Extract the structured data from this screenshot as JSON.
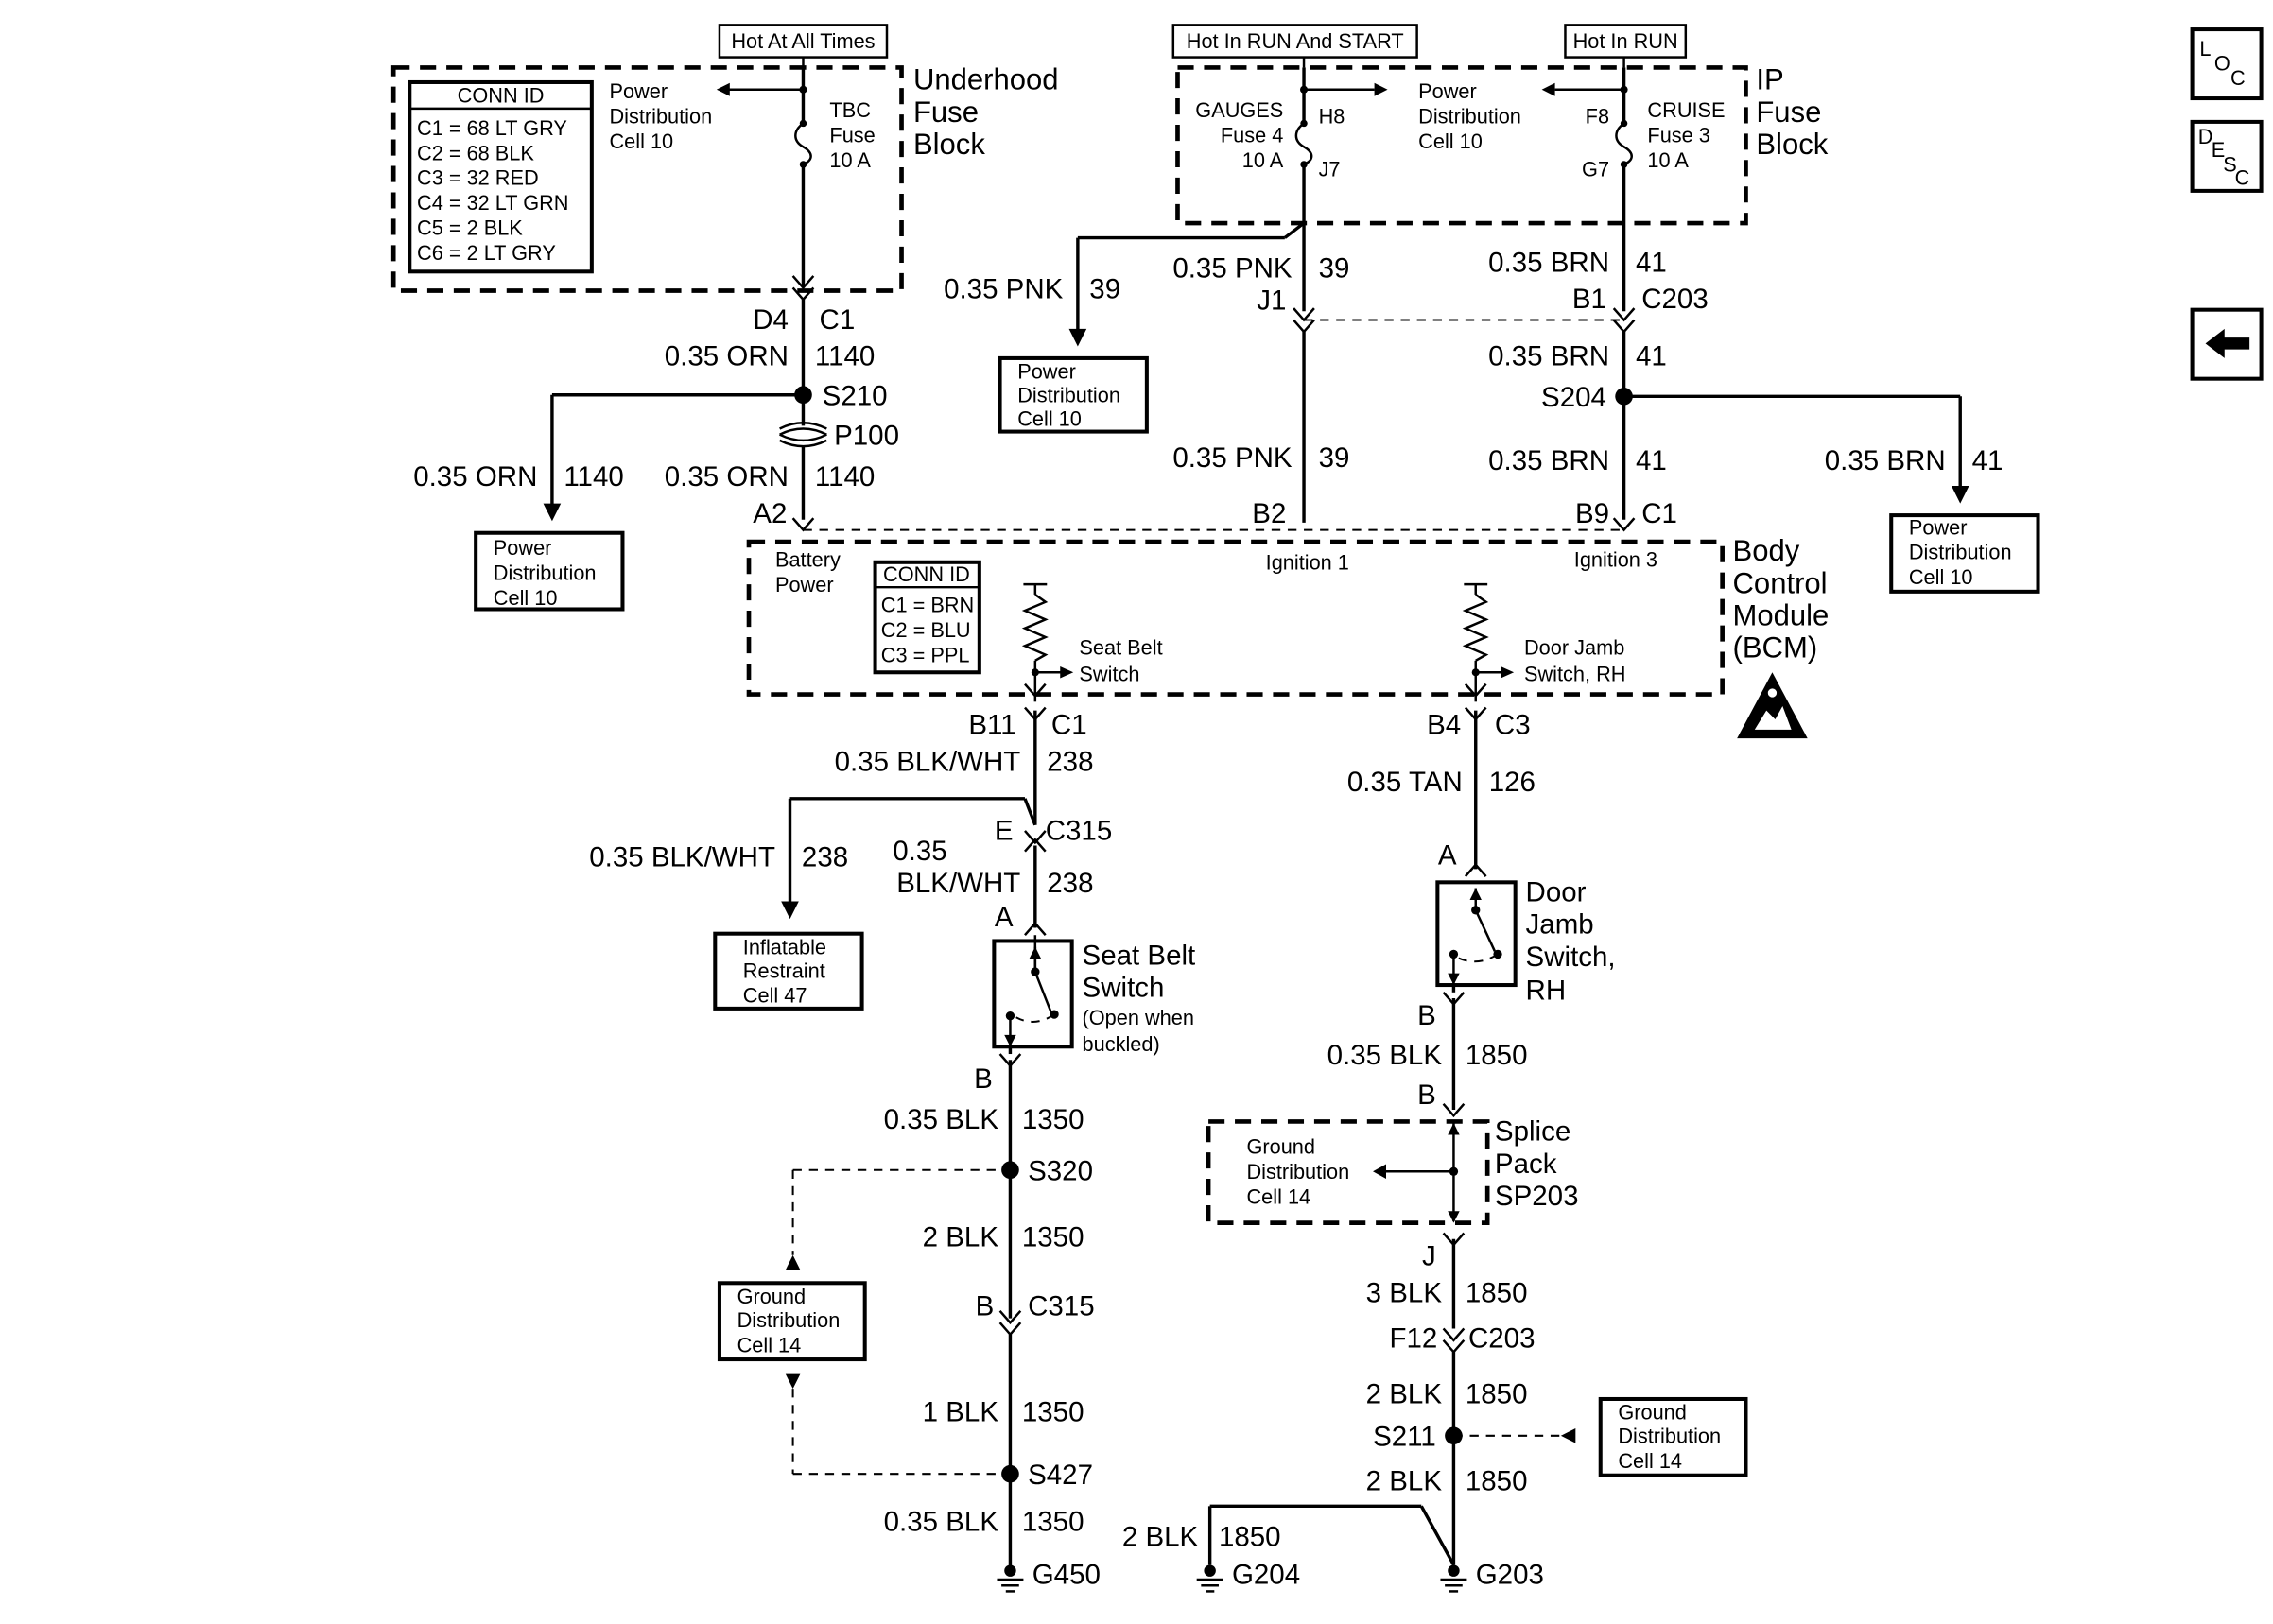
{
  "sources": {
    "hot_at_all_times": "Hot At All Times",
    "hot_in_run_and_start": "Hot In RUN And START",
    "hot_in_run": "Hot In RUN"
  },
  "underhood_fuse_block": {
    "title_line1": "Underhood",
    "title_line2": "Fuse",
    "title_line3": "Block",
    "conn_id_header": "CONN ID",
    "conn_ids": [
      "C1 = 68 LT GRY",
      "C2 = 68 BLK",
      "C3 = 32 RED",
      "C4 = 32 LT GRN",
      "C5 = 2 BLK",
      "C6 = 2 LT GRY"
    ],
    "pd_line1": "Power",
    "pd_line2": "Distribution",
    "pd_line3": "Cell 10",
    "fuse_line1": "TBC",
    "fuse_line2": "Fuse",
    "fuse_line3": "10 A"
  },
  "ip_fuse_block": {
    "title_line1": "IP",
    "title_line2": "Fuse",
    "title_line3": "Block",
    "gauges_line1": "GAUGES",
    "gauges_line2": "Fuse 4",
    "gauges_line3": "10 A",
    "pd_line1": "Power",
    "pd_line2": "Distribution",
    "pd_line3": "Cell 10",
    "cruise_line1": "CRUISE",
    "cruise_line2": "Fuse 3",
    "cruise_line3": "10 A",
    "pin_h8": "H8",
    "pin_j7": "J7",
    "pin_f8": "F8",
    "pin_g7": "G7"
  },
  "bcm": {
    "title_line1": "Body",
    "title_line2": "Control",
    "title_line3": "Module",
    "title_line4": "(BCM)",
    "battery_line1": "Battery",
    "battery_line2": "Power",
    "conn_id_header": "CONN ID",
    "conn_ids": [
      "C1 = BRN",
      "C2 = BLU",
      "C3 = PPL"
    ],
    "ignition1": "Ignition 1",
    "ignition3": "Ignition 3",
    "seat_belt_line1": "Seat Belt",
    "seat_belt_line2": "Switch",
    "door_jamb_line1": "Door Jamb",
    "door_jamb_line2": "Switch, RH"
  },
  "wires": {
    "d4": "D4",
    "c1_top": "C1",
    "w_orn_1": "0.35 ORN",
    "c_1140_1": "1140",
    "s210": "S210",
    "p100": "P100",
    "w_orn_2": "0.35 ORN",
    "c_1140_2": "1140",
    "w_orn_3": "0.35 ORN",
    "c_1140_3": "1140",
    "a2": "A2",
    "w_pnk_1": "0.35 PNK",
    "c_39_1": "39",
    "w_pnk_2": "0.35 PNK",
    "c_39_2": "39",
    "j1": "J1",
    "w_pnk_3": "0.35 PNK",
    "c_39_3": "39",
    "b2": "B2",
    "w_brn_1": "0.35 BRN",
    "c_41_1": "41",
    "b1": "B1",
    "c203_top": "C203",
    "w_brn_2": "0.35 BRN",
    "c_41_2": "41",
    "s204": "S204",
    "w_brn_3": "0.35 BRN",
    "c_41_3": "41",
    "w_brn_4": "0.35 BRN",
    "c_41_4": "41",
    "b9": "B9",
    "c1_bcm": "C1",
    "b11": "B11",
    "c1_lower": "C1",
    "w_blkwht_1": "0.35 BLK/WHT",
    "c_238_1": "238",
    "e": "E",
    "c315_1": "C315",
    "w_blkwht_2": "0.35 BLK/WHT",
    "c_238_2": "238",
    "w_blkwht_3a": "0.35",
    "w_blkwht_3b": "BLK/WHT",
    "c_238_3": "238",
    "a_seat": "A",
    "b_seat": "B",
    "w_blk_1350_1": "0.35 BLK",
    "c_1350_1": "1350",
    "s320": "S320",
    "w_blk_1350_2": "2 BLK",
    "c_1350_2": "1350",
    "b_c315": "B",
    "c315_2": "C315",
    "w_blk_1350_3": "1 BLK",
    "c_1350_3": "1350",
    "s427": "S427",
    "w_blk_1350_4": "0.35 BLK",
    "c_1350_4": "1350",
    "g450": "G450",
    "b4": "B4",
    "c3": "C3",
    "w_tan": "0.35 TAN",
    "c_126": "126",
    "a_door": "A",
    "b_door": "B",
    "w_blk_1850_1": "0.35 BLK",
    "c_1850_1": "1850",
    "b_sp": "B",
    "j_sp": "J",
    "w_blk_1850_2": "3 BLK",
    "c_1850_2": "1850",
    "f12": "F12",
    "c203_bot": "C203",
    "w_blk_1850_3": "2 BLK",
    "c_1850_3": "1850",
    "s211": "S211",
    "w_blk_1850_4": "2 BLK",
    "c_1850_4": "1850",
    "w_blk_1850_5": "2 BLK",
    "c_1850_5": "1850",
    "g204": "G204",
    "g203": "G203"
  },
  "components": {
    "seat_belt_line1": "Seat Belt",
    "seat_belt_line2": "Switch",
    "seat_belt_note1": "(Open when",
    "seat_belt_note2": "buckled)",
    "door_jamb_line1": "Door",
    "door_jamb_line2": "Jamb",
    "door_jamb_line3": "Switch,",
    "door_jamb_line4": "RH",
    "splice_line1": "Splice",
    "splice_line2": "Pack",
    "splice_line3": "SP203",
    "splice_gd_line1": "Ground",
    "splice_gd_line2": "Distribution",
    "splice_gd_line3": "Cell 14"
  },
  "refs": {
    "pd_pnk_line1": "Power",
    "pd_pnk_line2": "Distribution",
    "pd_pnk_line3": "Cell 10",
    "pd_orn_line1": "Power",
    "pd_orn_line2": "Distribution",
    "pd_orn_line3": "Cell 10",
    "pd_brn_line1": "Power",
    "pd_brn_line2": "Distribution",
    "pd_brn_line3": "Cell 10",
    "ir_line1": "Inflatable",
    "ir_line2": "Restraint",
    "ir_line3": "Cell 47",
    "gd_left_line1": "Ground",
    "gd_left_line2": "Distribution",
    "gd_left_line3": "Cell 14",
    "gd_right_line1": "Ground",
    "gd_right_line2": "Distribution",
    "gd_right_line3": "Cell 14"
  },
  "nav": {
    "loc_l": "L",
    "loc_o": "O",
    "loc_c": "C",
    "desc_d": "D",
    "desc_e": "E",
    "desc_s": "S",
    "desc_c": "C"
  }
}
